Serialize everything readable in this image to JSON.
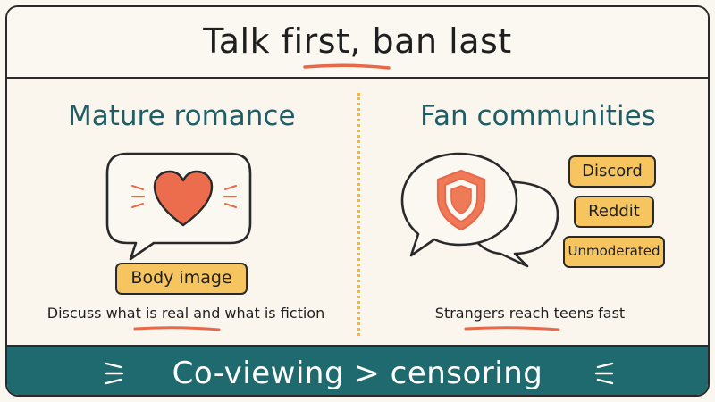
{
  "header": {
    "title": "Talk first, ban last"
  },
  "left_panel": {
    "heading": "Mature romance",
    "tag": "Body image",
    "caption": "Discuss what is real and what is fiction"
  },
  "right_panel": {
    "heading": "Fan communities",
    "tags": [
      "Discord",
      "Reddit",
      "Unmoderated"
    ],
    "caption": "Strangers reach teens fast"
  },
  "footer": {
    "text": "Co-viewing > censoring"
  },
  "colors": {
    "accent_orange": "#e8694a",
    "tag_yellow": "#f6c560",
    "heading_teal": "#1f5e66",
    "footer_teal": "#1e6a6e",
    "divider_gold": "#f0b83c"
  },
  "icons": [
    "heart-icon",
    "shield-icon",
    "speech-bubble-icon"
  ]
}
